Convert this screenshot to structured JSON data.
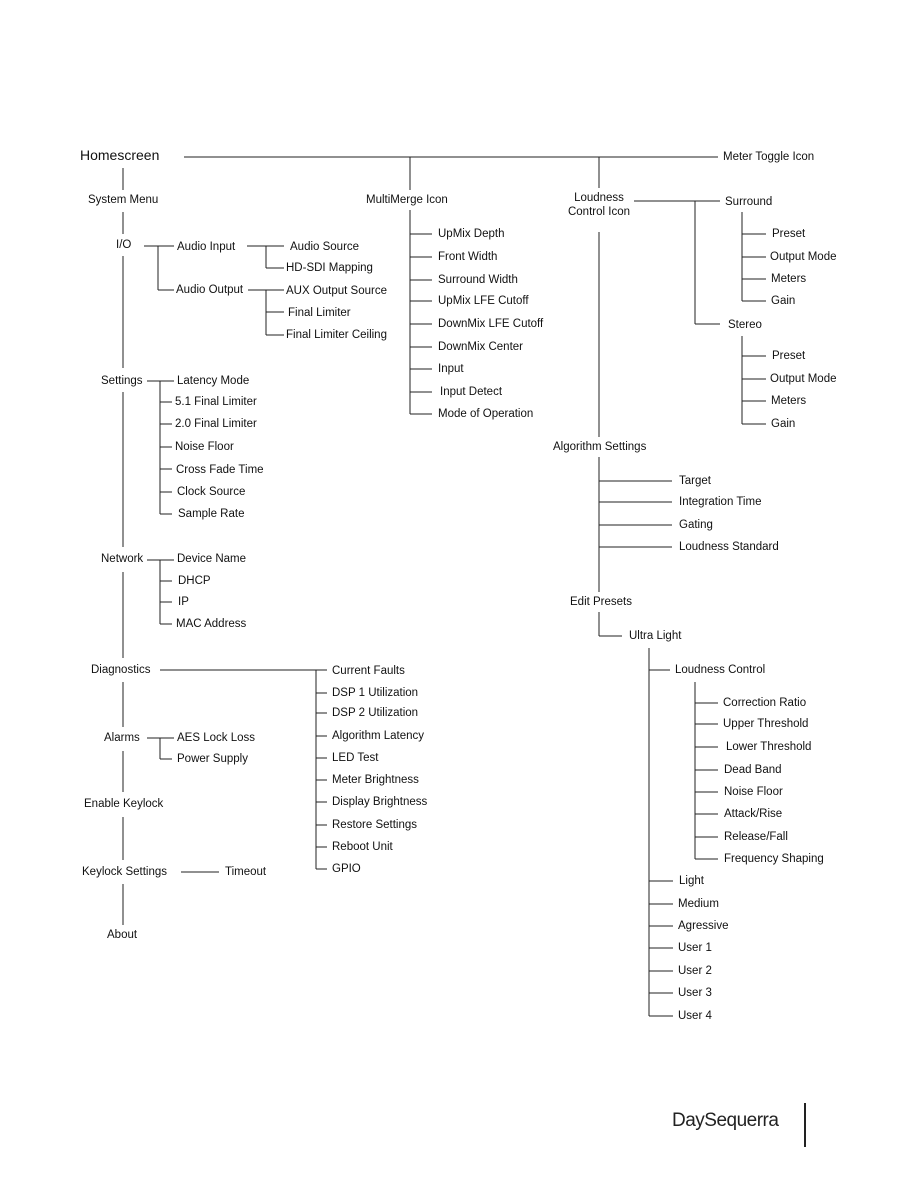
{
  "diagram": {
    "homescreen": "Homescreen",
    "meter_toggle": "Meter Toggle Icon",
    "system_menu": "System Menu",
    "io": "I/O",
    "audio_input": "Audio Input",
    "audio_source": "Audio Source",
    "hdsdi_mapping": "HD-SDI Mapping",
    "audio_output": "Audio Output",
    "aux_output_source": "AUX Output Source",
    "final_limiter": "Final Limiter",
    "final_limiter_ceiling": "Final Limiter Ceiling",
    "settings": "Settings",
    "settings_items": [
      "Latency Mode",
      "5.1 Final Limiter",
      "2.0 Final Limiter",
      "Noise Floor",
      "Cross Fade Time",
      "Clock Source",
      "Sample Rate"
    ],
    "network": "Network",
    "network_items": [
      "Device Name",
      "DHCP",
      "IP",
      "MAC Address"
    ],
    "diagnostics": "Diagnostics",
    "diagnostics_items": [
      "Current Faults",
      "DSP 1 Utilization",
      "DSP 2 Utilization",
      "Algorithm Latency",
      "LED Test",
      "Meter Brightness",
      "Display Brightness",
      "Restore Settings",
      "Reboot Unit",
      "GPIO"
    ],
    "alarms": "Alarms",
    "alarms_items": [
      "AES Lock Loss",
      "Power Supply"
    ],
    "enable_keylock": "Enable Keylock",
    "keylock_settings": "Keylock Settings",
    "timeout": "Timeout",
    "about": "About",
    "multimerge": "MultiMerge Icon",
    "multimerge_items": [
      "UpMix Depth",
      "Front Width",
      "Surround Width",
      "UpMix LFE Cutoff",
      "DownMix LFE Cutoff",
      "DownMix Center",
      "Input",
      "Input Detect",
      "Mode of Operation"
    ],
    "loudness_control_icon": "Loudness Control Icon",
    "surround": "Surround",
    "surround_items": [
      "Preset",
      "Output Mode",
      "Meters",
      "Gain"
    ],
    "stereo": "Stereo",
    "stereo_items": [
      "Preset",
      "Output Mode",
      "Meters",
      "Gain"
    ],
    "algorithm_settings": "Algorithm Settings",
    "algorithm_items": [
      "Target",
      "Integration Time",
      "Gating",
      "Loudness Standard"
    ],
    "edit_presets": "Edit Presets",
    "ultra_light": "Ultra Light",
    "loudness_control": "Loudness Control",
    "loudness_control_items": [
      "Correction Ratio",
      "Upper Threshold",
      "Lower Threshold",
      "Dead Band",
      "Noise Floor",
      "Attack/Rise",
      "Release/Fall",
      "Frequency Shaping"
    ],
    "preset_items": [
      "Light",
      "Medium",
      "Agressive",
      "User 1",
      "User 2",
      "User 3",
      "User 4"
    ]
  },
  "brand": "DaySequerra"
}
